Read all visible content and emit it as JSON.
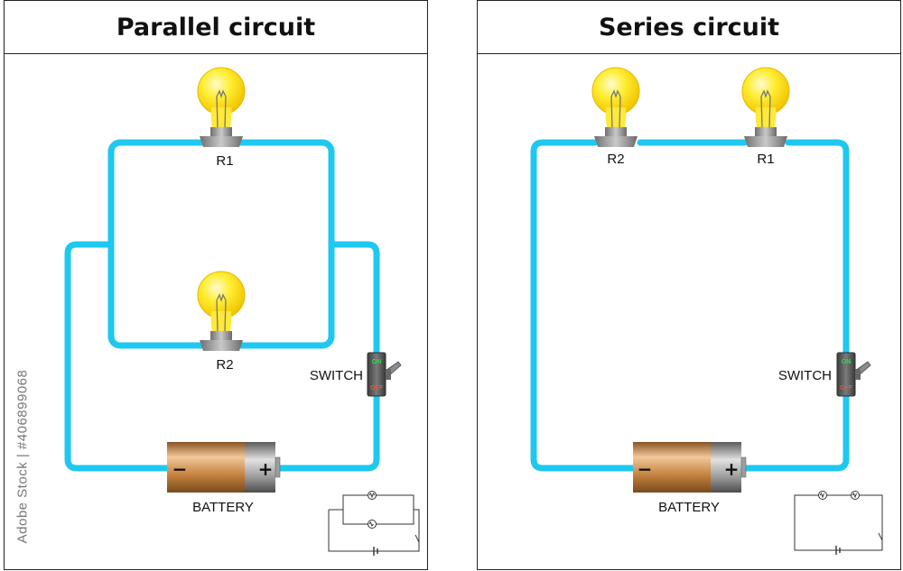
{
  "parallel": {
    "title": "Parallel circuit",
    "bulb_top_label": "R1",
    "bulb_bottom_label": "R2",
    "switch_label": "SWITCH",
    "switch_on": "ON",
    "switch_off": "OFF",
    "battery_label": "BATTERY",
    "battery_minus": "−",
    "battery_plus": "+"
  },
  "series": {
    "title": "Series circuit",
    "bulb_left_label": "R2",
    "bulb_right_label": "R1",
    "switch_label": "SWITCH",
    "switch_on": "ON",
    "switch_off": "OFF",
    "battery_label": "BATTERY",
    "battery_minus": "−",
    "battery_plus": "+"
  },
  "watermark": "Adobe Stock | #406899068",
  "colors": {
    "wire": "#1ec8f0",
    "bulb_glass": "#ffe500",
    "battery_copper": "#c8874a",
    "battery_cap": "#8a8a8a",
    "switch_body": "#555555"
  }
}
